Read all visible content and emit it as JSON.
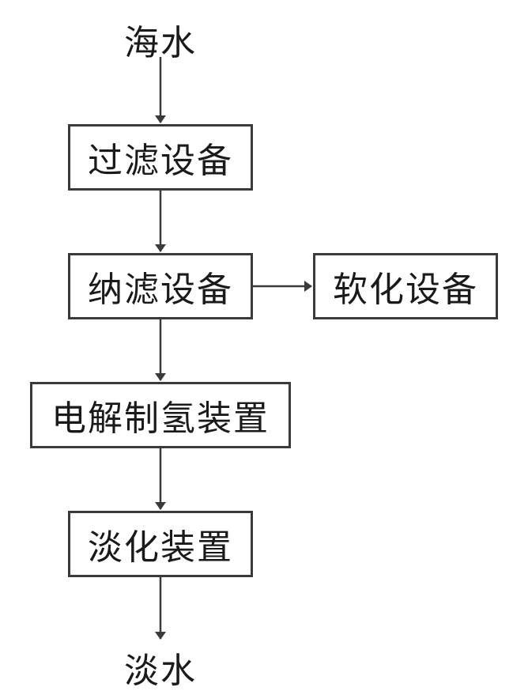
{
  "diagram": {
    "input_label": "海水",
    "output_label": "淡水",
    "nodes": {
      "filter": "过滤设备",
      "nanofiltration": "纳滤设备",
      "softening": "软化设备",
      "electrolysis": "电解制氢装置",
      "desalination": "淡化装置"
    },
    "colors": {
      "line": "#3a3a3a",
      "text": "#1a1a1a",
      "background": "#ffffff"
    }
  }
}
